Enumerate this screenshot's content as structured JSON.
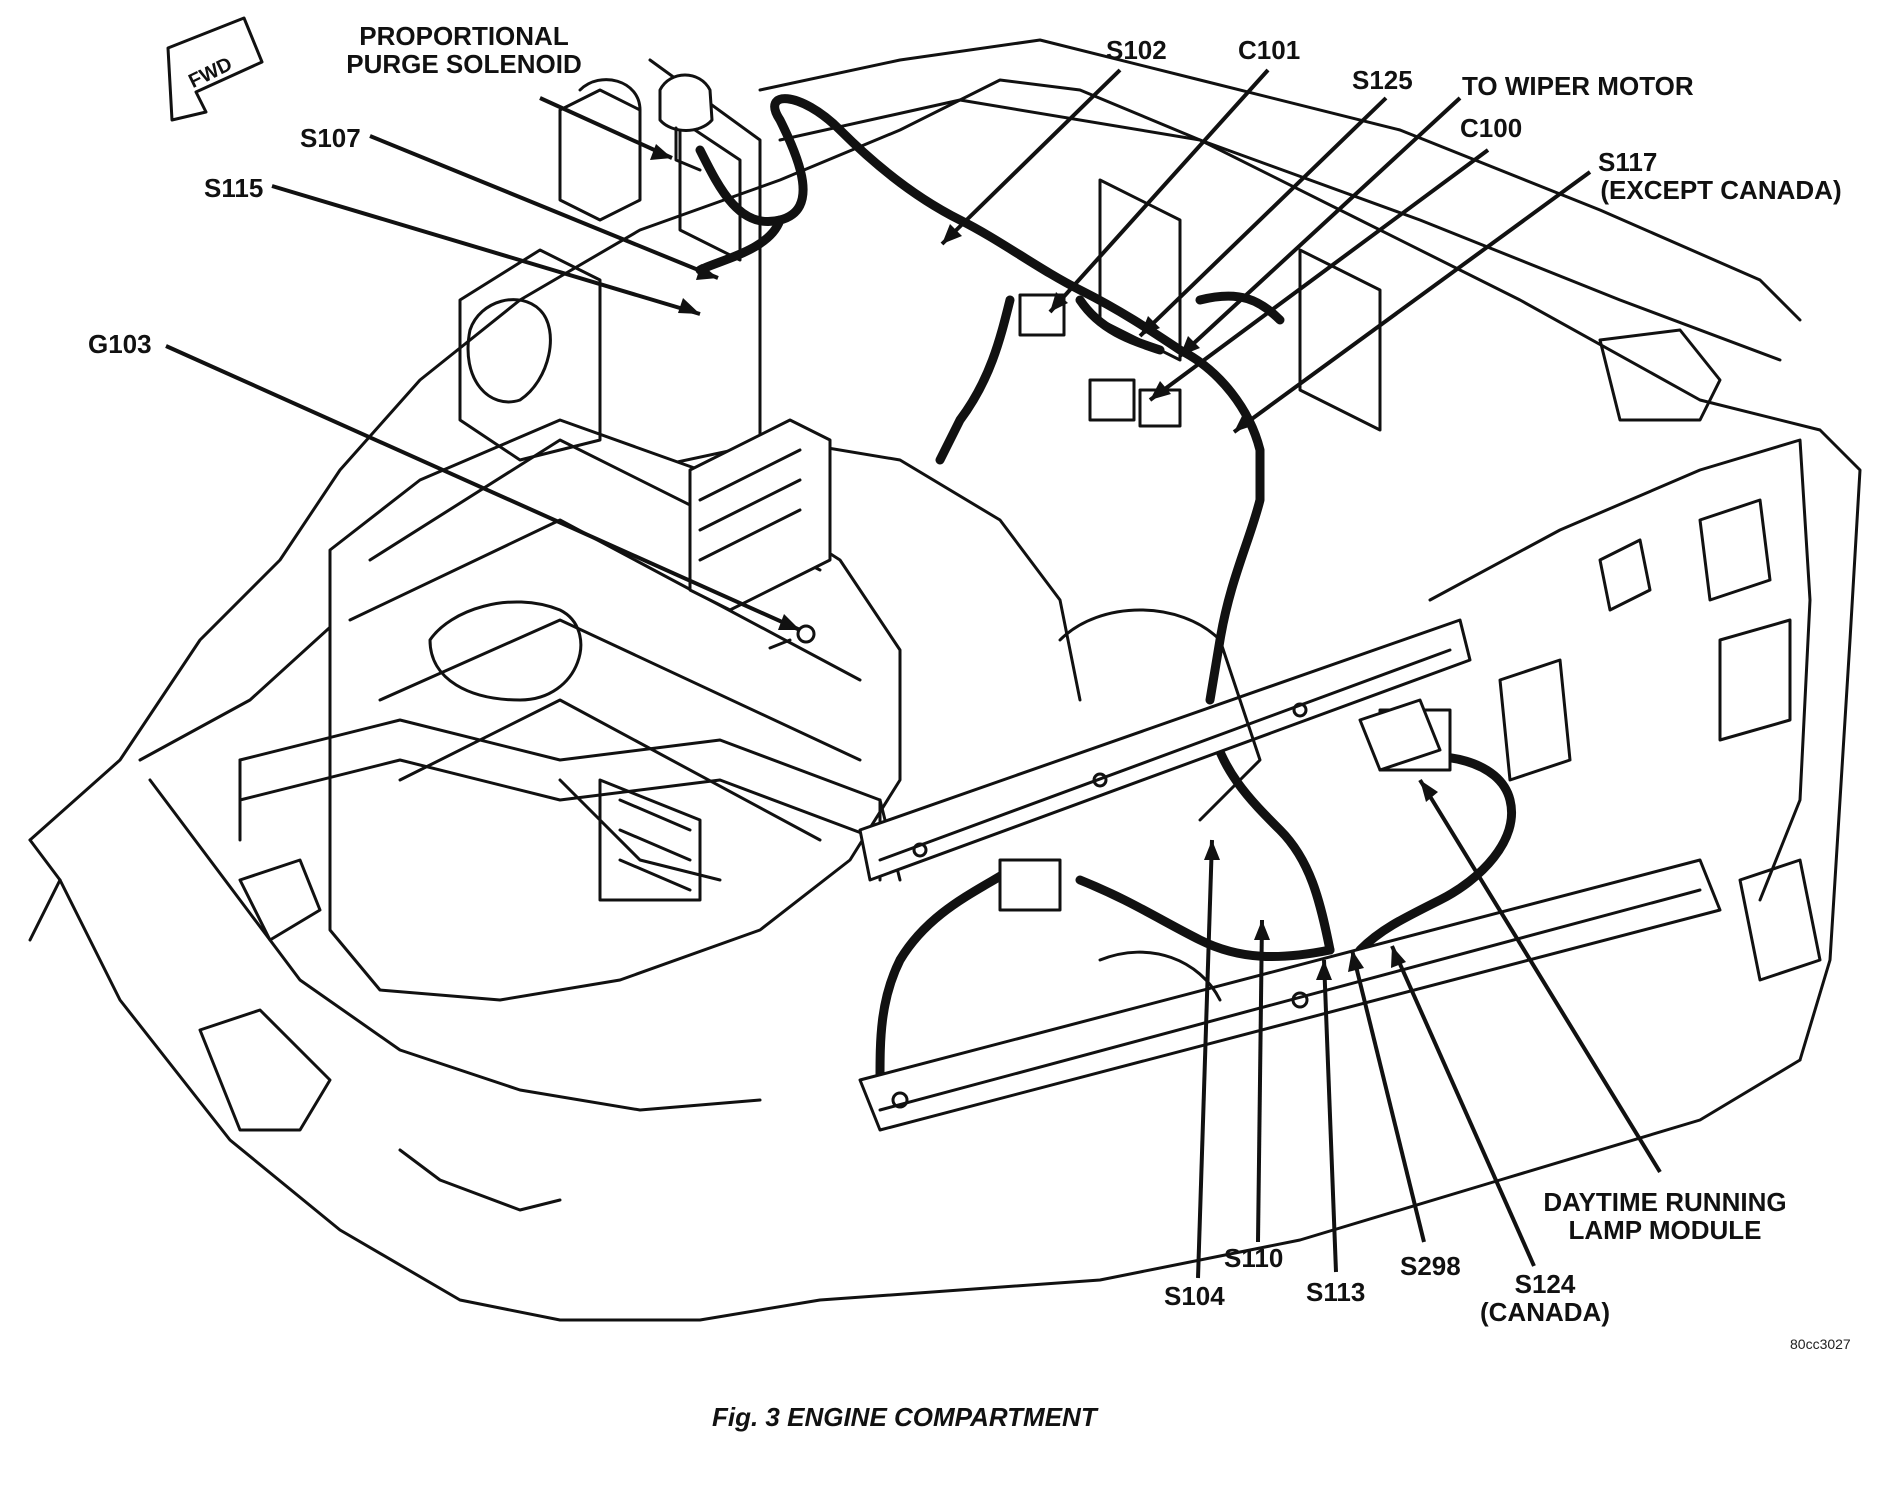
{
  "fwd_label": "FWD",
  "labels": {
    "purge_1": "PROPORTIONAL",
    "purge_2": "PURGE SOLENOID",
    "s107": "S107",
    "s115": "S115",
    "g103": "G103",
    "s102": "S102",
    "c101": "C101",
    "s125": "S125",
    "wiper": "TO WIPER MOTOR",
    "c100": "C100",
    "s117_1": "S117",
    "s117_2": "(EXCEPT CANADA)",
    "drl_1": "DAYTIME RUNNING",
    "drl_2": "LAMP MODULE",
    "s104": "S104",
    "s110": "S110",
    "s113": "S113",
    "s298": "S298",
    "s124_1": "S124",
    "s124_2": "(CANADA)"
  },
  "image_code": "80cc3027",
  "caption": "Fig. 3 ENGINE COMPARTMENT"
}
